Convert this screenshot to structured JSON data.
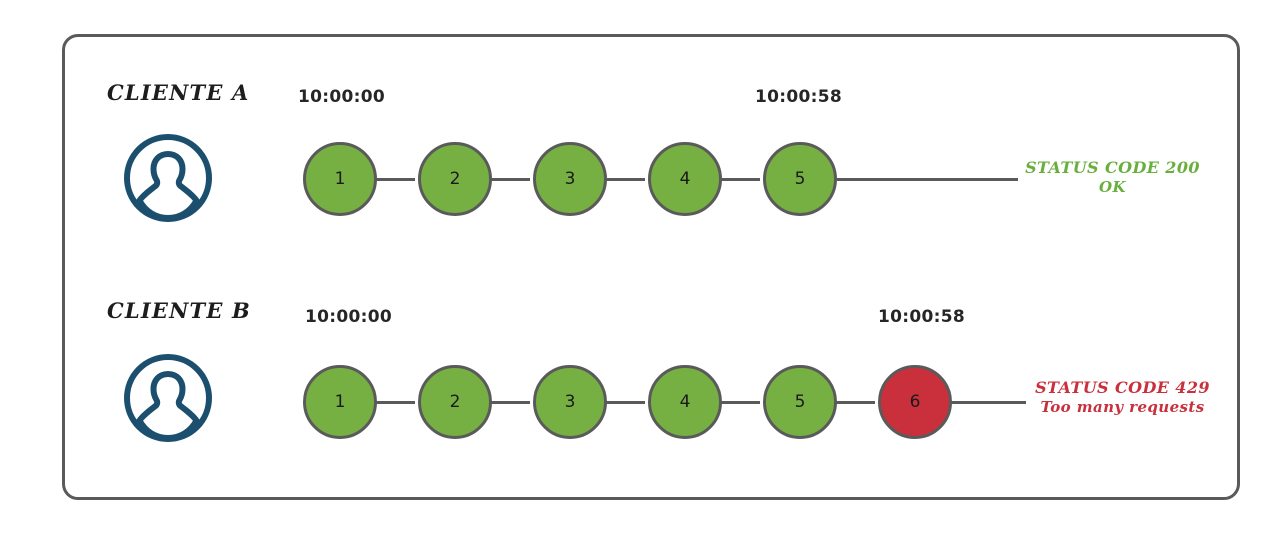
{
  "diagram": {
    "title_context": "API rate limiting comparison between two clients",
    "frame": {
      "border_color": "#5a5a5a",
      "background": "#ffffff"
    },
    "colors": {
      "node_ok": "#76b043",
      "node_fail": "#c9303c",
      "node_border": "#5a5a5a",
      "avatar": "#1c4f6e",
      "status_ok_text": "#6aaf3e",
      "status_fail_text": "#c9303c",
      "timestamp_text": "#262626",
      "label_text": "#1d1d1d"
    },
    "rows": [
      {
        "client_label": "CLIENTE A",
        "avatar_icon": "user-avatar-icon",
        "start_time": "10:00:00",
        "end_time": "10:00:58",
        "requests": [
          {
            "number": "1",
            "state": "ok"
          },
          {
            "number": "2",
            "state": "ok"
          },
          {
            "number": "3",
            "state": "ok"
          },
          {
            "number": "4",
            "state": "ok"
          },
          {
            "number": "5",
            "state": "ok"
          }
        ],
        "status": {
          "line1": "STATUS CODE 200",
          "line2": "OK",
          "state": "ok"
        }
      },
      {
        "client_label": "CLIENTE B",
        "avatar_icon": "user-avatar-icon",
        "start_time": "10:00:00",
        "end_time": "10:00:58",
        "requests": [
          {
            "number": "1",
            "state": "ok"
          },
          {
            "number": "2",
            "state": "ok"
          },
          {
            "number": "3",
            "state": "ok"
          },
          {
            "number": "4",
            "state": "ok"
          },
          {
            "number": "5",
            "state": "ok"
          },
          {
            "number": "6",
            "state": "fail"
          }
        ],
        "status": {
          "line1": "STATUS CODE 429",
          "line2": "Too many requests",
          "state": "fail"
        }
      }
    ]
  }
}
